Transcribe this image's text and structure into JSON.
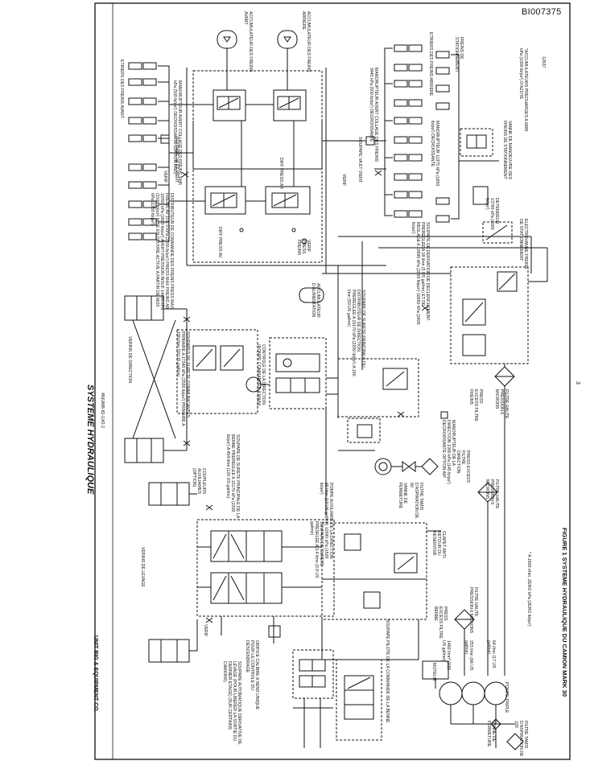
{
  "document": {
    "doc_id": "BI007375",
    "heading": "SYSTEME HYDRAULIQUE",
    "ref_code": "4N(UMB-82-1)42-2",
    "figure_caption": "FIGURE 1  SYSTEME HYDRAULIQUE DU CAMION MARK 30",
    "company": "UNIT RIG & EQUIPMENT CO.",
    "page_no": "3",
    "code_right": "12637",
    "footnote": "* A 1500 r/mn, ZERO kPa (ZERO lb/po²)"
  },
  "labels": {
    "freins_avant": "ETRIERS DES FREINS AVANT",
    "freins_arriere": "ETRIERS DES FREINS ARRIERE",
    "accu_av": "ACCUMULATEUR DES FREINS AVANT",
    "accu_ar": "ACCUMULATEUR DES FREINS ARRIERE",
    "mano_av": "MANORUPTEUR AVERT COLLAGE DES FREINS 3445 kPa (500 lb/po²) DECROISSANTE (OPTION RBD)",
    "mano_ar": "MANORUPTEUR AVERT COLLAGE DES FREINS 3445 kPa (500 lb/po²) DECROISSANTE",
    "soupape_va": "SOUPAPE VA ET VIENT",
    "diff_av": "DIFF PRESS AV",
    "diff_ar": "DIFF PRESS AR",
    "verif": "VERIF",
    "distrib": "DISTRIBUTEUR DE COMMANDE DES FREINS PRESS MAX FREINS AV 15170 kPa (2200 lb/po²) PRESS MAX FREINS AR 19300 kPa (2800 lb/po²) AVERT PRESSION INSUF 14480 kPa (2100 lb/po²) MISE EN OEUVRE ACTIVE A PARTIR DE 8620 kPa (1250 lb/po²)",
    "verif_press": "VERIF PRESS FREINS",
    "freins_stat": "FREINS DE STATIONNEMENT",
    "accus_pre": "*ACCUMULATEURS PRECHARGES A 6895 kPa (1000 lb/po²) D'AZOTE",
    "mano_11375": "MANORUPTEUR 11375 kPa (1650 lb/po²) DECROISSANTE",
    "valve_stat": "VANNE DE MANOEUVRE DES FREINS DE STATIONNEMENT",
    "detendeur": "DETENDEUR 13790 kPa (2000 lb/po²)",
    "electrovanne": "ELECTROVANNE FREINS DE STATIONNEMENT",
    "accu_dir": "ACCUMULATEUR D'ALIMENTATION",
    "verins_dir": "VERINS DE DIRECTION",
    "soupapes_surete": "SOUPAPES DE SURETE COMMUNICANTES PRIMAIRE A 17240 kPa (2500 lb/po²) PRIMAIRE A 190 l/mn (50 US gal/mn)",
    "controle_dir": "CONTROLE DE LA DIRECTION (POMPE COMMANDEE A MAIN)",
    "soupape_principale_dir": "SOUPAPE DE SURETE PRINCIPALE DU DISTRIBUTEUR DE DIRECTION PREREGLEE A 15170 kPa (2200 lb/po²) A 190 l/mn (50 US gal/mn)",
    "soupape_deriv": "SOUPAPE DE DERIVATION DE DECLENCHEMENT PREREGLEE A 18 l/mn (5 US gal/mn) ET DE REGLAGE A 19990 kPa (2900 lb/po²) 16550 kPa (2400 lb/po²)",
    "mano_dir": "MANORUPTEUR DE LA DIRECTION 1000 kPa (145 lb/po²) DECROISSANTE OPTION AIP",
    "press_excess_freins": "PRESS EXCESS FILTRE FREINS",
    "filtre_haute_1": "FILTRE HAUTE PRESSION 6 MICRONS",
    "press_excess_dir": "PRESS EXCESS FILTRE DIRECTION",
    "filtre_haute_2": "FILTRE HAUTE PRESSION 6 MICRONS",
    "verins_levage": "VERINS DE LEVAGE",
    "soupape_principale_lev": "SOUPAPE DE SURETE PRINCIPALE DE LA BENNE PREREGLEE A 15170 kPa (2200 lb/po²) A 454 l/mn (120 US gal/mn)",
    "pompe_aux": "POMPE AUXILIAIRE DE LA DIRECTION 65 l/mn (13 US gal/mn) 10340 kPa (1500 lb/po²)",
    "soupape_surete_pompe": "SOUPAPE DE SURETE PRESELEE A 3,4 l/mn (0.9 US gal/mn)",
    "vanne_fermeture": "VANNE DE FERMETURE",
    "filtre_tamis": "FILTRE TAMIS D'ASPIRATION DE 60",
    "coupleurs": "COUPLEURS AUXILIAIRES (OPTION)",
    "clapet": "CLAPET ANTI-RETOUR DU RESERVOIR",
    "press_excess_benne": "PRESS EXCESS FILTRE BENNE",
    "filtre_haute_3": "FILTRE HAUTE PRESSION 6 MICRONS",
    "orifice": "ORIFICE CALIBRE A SENS UNIQUE POUR LE CONTROLE DU DESCENDRAGE",
    "soupape_auto": "SOUPAPE AUTOMATIQUE DERIVATIVE DE LEVAGE (POUR LIBERER LA SORTIE DU DERNIER ETAGE) (SUR CERTAINS CAMIONS)",
    "soupape_pilote": "SOUPAPE PILOTE DE LA COMMANDE DE LA BENNE",
    "moteur": "MOTEUR",
    "pompe_triple": "POMPE TRIPLE",
    "p_1460": "1460 l/mn* (132 US gal/mn)",
    "p_253": "253 l/mn (66 US gal/mn)",
    "p_64": "64 l/mn (17 US gal/mn)",
    "vanne_fermeture_2": "VANNE DE FERMETURE",
    "filtre_tamis_2": "FILTRE TAMIS D'ASPIRATION DE 100",
    "verif_2": "VERIF"
  },
  "colors": {
    "ink": "#111111",
    "paper": "#ffffff"
  }
}
